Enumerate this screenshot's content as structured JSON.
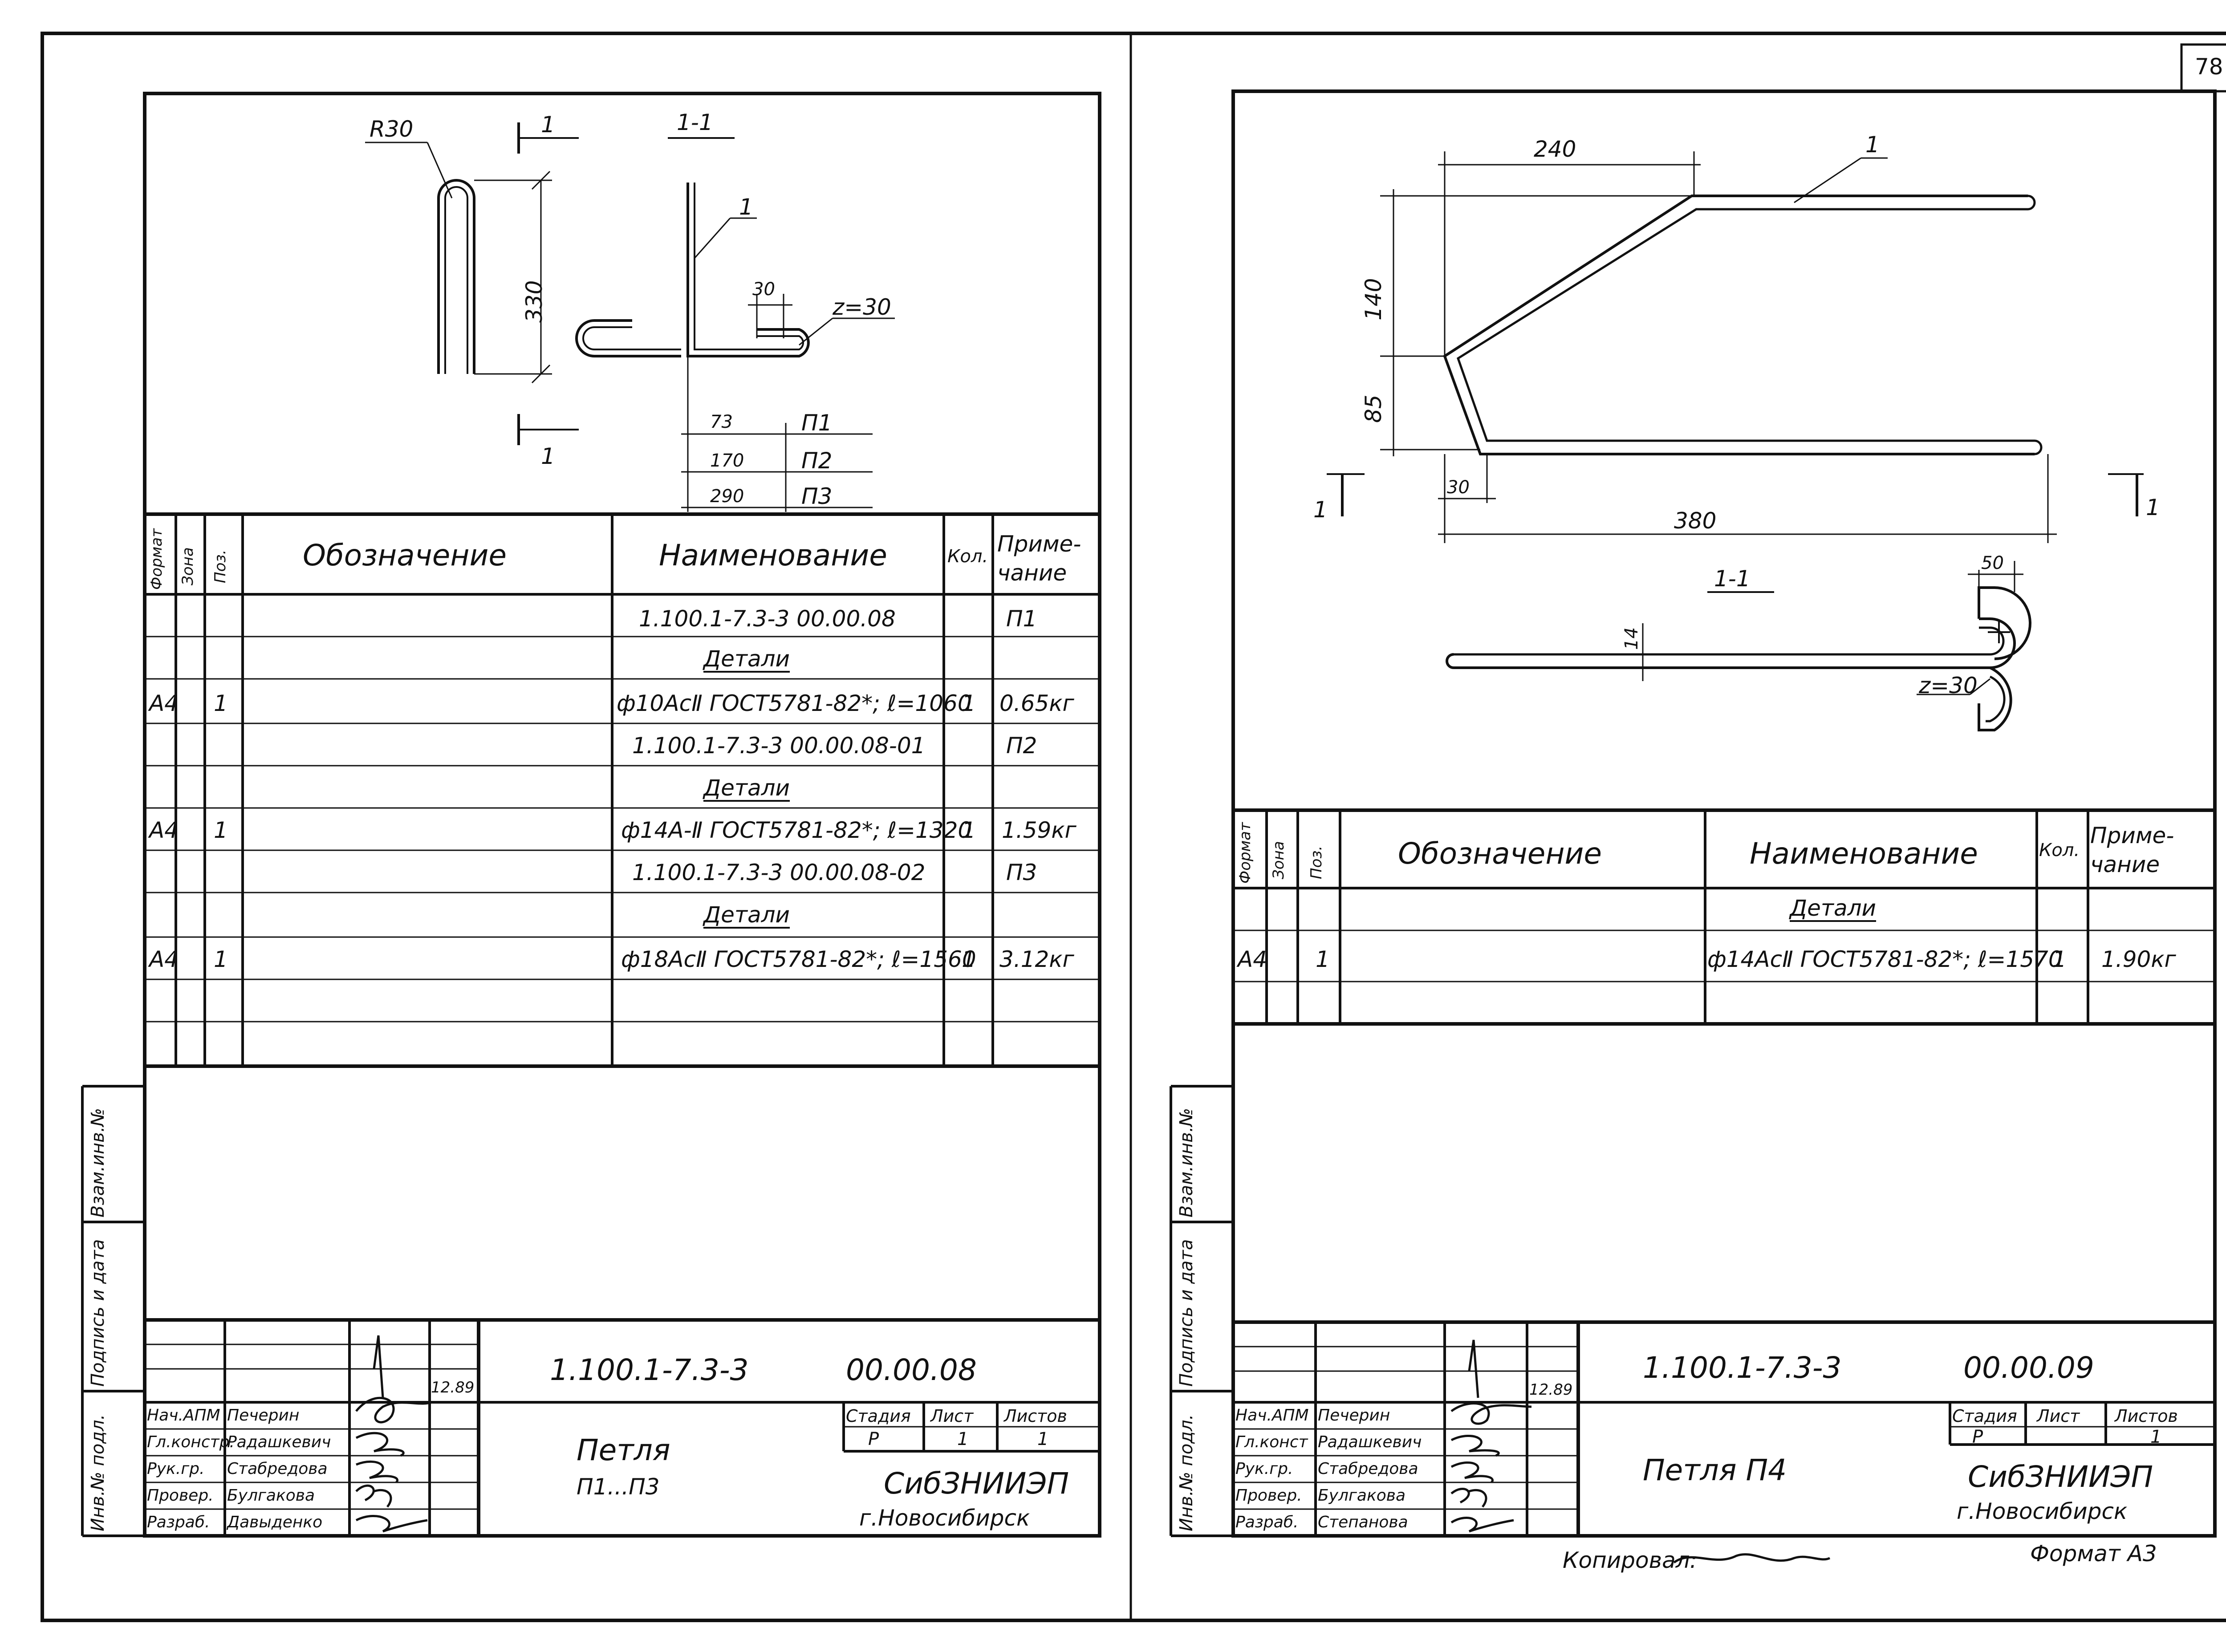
{
  "page_number": "78",
  "left": {
    "drawing": {
      "r_label": "R30",
      "section_mark": "1",
      "section_title": "1-1",
      "pos_leader": "1",
      "dim_330": "330",
      "dim_30": "30",
      "bend_label": "z=30",
      "dim_73": "73",
      "dim_170": "170",
      "dim_290": "290",
      "p1": "П1",
      "p2": "П2",
      "p3": "П3"
    },
    "spec": {
      "headers": {
        "format": "Формат",
        "zone": "Зона",
        "pos": "Поз.",
        "designation": "Обозначение",
        "name": "Наименование",
        "qty": "Кол.",
        "note": "Приме-\nчание"
      },
      "rows": [
        {
          "format": "",
          "pos": "",
          "name": "1.100.1-7.3-3   00.00.08",
          "qty": "",
          "note": "П1",
          "kind": "plain"
        },
        {
          "format": "",
          "pos": "",
          "name": "Детали",
          "qty": "",
          "note": "",
          "kind": "section"
        },
        {
          "format": "А4",
          "pos": "1",
          "name": "ф10АсⅡ ГОСТ5781-82*; ℓ=1060",
          "qty": "1",
          "note": "0.65кг",
          "kind": "plain"
        },
        {
          "format": "",
          "pos": "",
          "name": "1.100.1-7.3-3   00.00.08-01",
          "qty": "",
          "note": "П2",
          "kind": "plain"
        },
        {
          "format": "",
          "pos": "",
          "name": "Детали",
          "qty": "",
          "note": "",
          "kind": "section"
        },
        {
          "format": "А4",
          "pos": "1",
          "name": "ф14А-Ⅱ ГОСТ5781-82*; ℓ=1320",
          "qty": "1",
          "note": "1.59кг",
          "kind": "plain"
        },
        {
          "format": "",
          "pos": "",
          "name": "1.100.1-7.3-3   00.00.08-02",
          "qty": "",
          "note": "П3",
          "kind": "plain"
        },
        {
          "format": "",
          "pos": "",
          "name": "Детали",
          "qty": "",
          "note": "",
          "kind": "section"
        },
        {
          "format": "А4",
          "pos": "1",
          "name": "ф18АсⅡ ГОСТ5781-82*; ℓ=1560",
          "qty": "1",
          "note": "3.12кг",
          "kind": "plain"
        }
      ]
    },
    "side_labels": {
      "inv_zam": "Взам.инв.№",
      "sign_date": "Подпись и дата",
      "inv_podl": "Инв.№ подл."
    },
    "title_block": {
      "code1": "1.100.1-7.3-3",
      "code2": "00.00.08",
      "date": "12.89",
      "roles": [
        "Нач.АПМ",
        "Гл.констр.",
        "Рук.гр.",
        "Провер.",
        "Разраб."
      ],
      "names": [
        "Печерин",
        "Радашкевич",
        "Стабредова",
        "Булгакова",
        "Давыденко"
      ],
      "title_line1": "Петля",
      "title_line2": "П1...П3",
      "stage_h": "Стадия",
      "sheet_h": "Лист",
      "sheets_h": "Листов",
      "stage": "Р",
      "sheet": "1",
      "sheets": "1",
      "org1": "СибЗНИИЭП",
      "org2": "г.Новосибирск"
    }
  },
  "right": {
    "drawing": {
      "dim_240": "240",
      "pos_leader": "1",
      "dim_140": "140",
      "dim_85": "85",
      "dim_30": "30",
      "dim_380": "380",
      "section_left": "1",
      "section_right": "1",
      "section_title": "1-1",
      "dim_14": "14",
      "dim_50": "50",
      "bend_label": "z=30"
    },
    "spec": {
      "headers": {
        "format": "Формат",
        "zone": "Зона",
        "pos": "Поз.",
        "designation": "Обозначение",
        "name": "Наименование",
        "qty": "Кол.",
        "note": "Приме-\nчание"
      },
      "rows": [
        {
          "format": "",
          "pos": "",
          "name": "Детали",
          "qty": "",
          "note": "",
          "kind": "section"
        },
        {
          "format": "А4",
          "pos": "1",
          "name": "ф14АсⅡ ГОСТ5781-82*; ℓ=1570",
          "qty": "1",
          "note": "1.90кг",
          "kind": "plain"
        }
      ]
    },
    "side_labels": {
      "inv_zam": "Взам.инв.№",
      "sign_date": "Подпись и дата",
      "inv_podl": "Инв.№ подл."
    },
    "title_block": {
      "code1": "1.100.1-7.3-3",
      "code2": "00.00.09",
      "date": "12.89",
      "roles": [
        "Нач.АПМ",
        "Гл.конст",
        "Рук.гр.",
        "Провер.",
        "Разраб."
      ],
      "names": [
        "Печерин",
        "Радашкевич",
        "Стабредова",
        "Булгакова",
        "Степанова"
      ],
      "title_line1": "Петля П4",
      "stage_h": "Стадия",
      "sheet_h": "Лист",
      "sheets_h": "Листов",
      "stage": "Р",
      "sheet": "",
      "sheets": "1",
      "org1": "СибЗНИИЭП",
      "org2": "г.Новосибирск"
    },
    "copied_label": "Копировал:",
    "format_label": "Формат А3"
  }
}
